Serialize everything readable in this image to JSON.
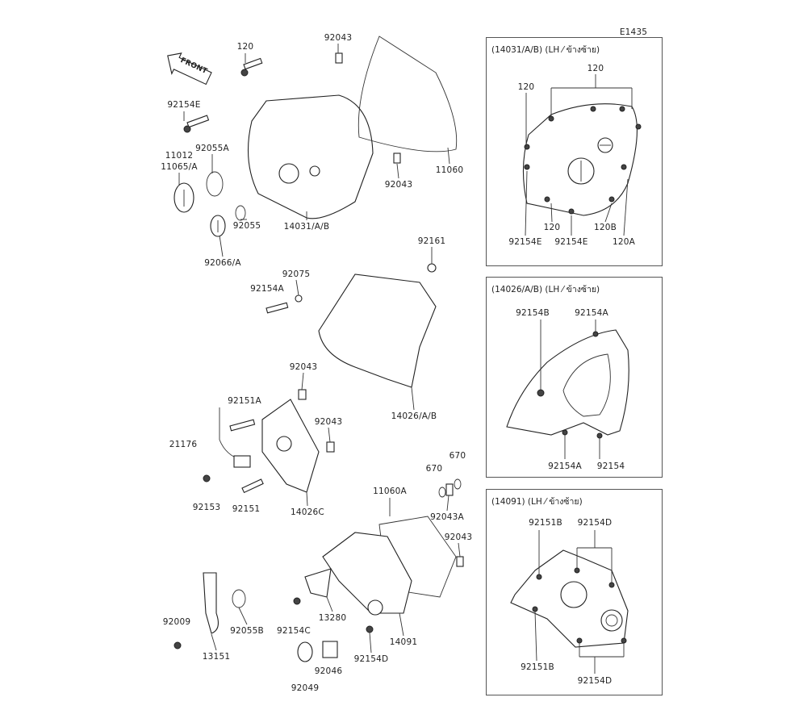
{
  "diagram_code": "E1435",
  "front_badge": "FRONT",
  "main_labels": [
    "92043",
    "120",
    "92154E",
    "11012",
    "11065/A",
    "92055A",
    "92043",
    "11060",
    "92055",
    "14031/A/B",
    "92066/A",
    "92161",
    "92075",
    "92154A",
    "92043",
    "92151A",
    "92043",
    "14026/A/B",
    "21176",
    "670",
    "670",
    "92153",
    "92151",
    "14026C",
    "11060A",
    "92043A",
    "92043",
    "13280",
    "92009",
    "92055B",
    "92154C",
    "14091",
    "13151",
    "92154D",
    "92046",
    "92049"
  ],
  "insets": [
    {
      "title": "(14031/A/B) (LH ⁄ ข้างซ้าย)",
      "labels": [
        "120",
        "120",
        "120",
        "120B",
        "92154E",
        "92154E",
        "120A"
      ]
    },
    {
      "title": "(14026/A/B) (LH ⁄ ข้างซ้าย)",
      "labels": [
        "92154B",
        "92154A",
        "92154A",
        "92154"
      ]
    },
    {
      "title": "(14091) (LH ⁄ ข้างซ้าย)",
      "labels": [
        "92151B",
        "92154D",
        "92151B",
        "92154D"
      ]
    }
  ]
}
